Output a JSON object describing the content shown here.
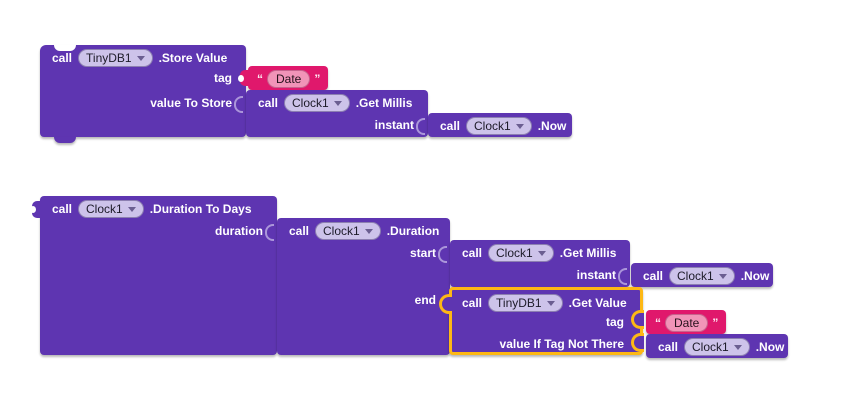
{
  "colors": {
    "canvas_bg": "#FFFFFF",
    "block_purple": "#5E35B1",
    "dropdown_pill_bg": "#CDC3EA",
    "text_block_pink": "#E0186C",
    "text_field_pill_pink": "#F194B8",
    "selection_highlight_gold": "#FDB815",
    "label_text": "#FFFFFF"
  },
  "top_stack": {
    "store_value": {
      "call": "call",
      "component": "TinyDB1",
      "method": ".Store Value",
      "tag_label": "tag",
      "value_label": "value To Store"
    },
    "tag_text": {
      "open_quote": "“",
      "text": "Date",
      "close_quote": "”"
    },
    "get_millis": {
      "call": "call",
      "component": "Clock1",
      "method": ".Get Millis",
      "instant_label": "instant"
    },
    "now": {
      "call": "call",
      "component": "Clock1",
      "method": ".Now"
    }
  },
  "bottom_stack": {
    "duration_to_days": {
      "call": "call",
      "component": "Clock1",
      "method": ".Duration To Days",
      "duration_label": "duration"
    },
    "duration": {
      "call": "call",
      "component": "Clock1",
      "method": ".Duration",
      "start_label": "start",
      "end_label": "end"
    },
    "get_millis": {
      "call": "call",
      "component": "Clock1",
      "method": ".Get Millis",
      "instant_label": "instant"
    },
    "now_instant": {
      "call": "call",
      "component": "Clock1",
      "method": ".Now"
    },
    "get_value": {
      "call": "call",
      "component": "TinyDB1",
      "method": ".Get Value",
      "tag_label": "tag",
      "value_label": "value If Tag Not There"
    },
    "tag_text": {
      "open_quote": "“",
      "text": "Date",
      "close_quote": "”"
    },
    "now_value": {
      "call": "call",
      "component": "Clock1",
      "method": ".Now"
    }
  }
}
